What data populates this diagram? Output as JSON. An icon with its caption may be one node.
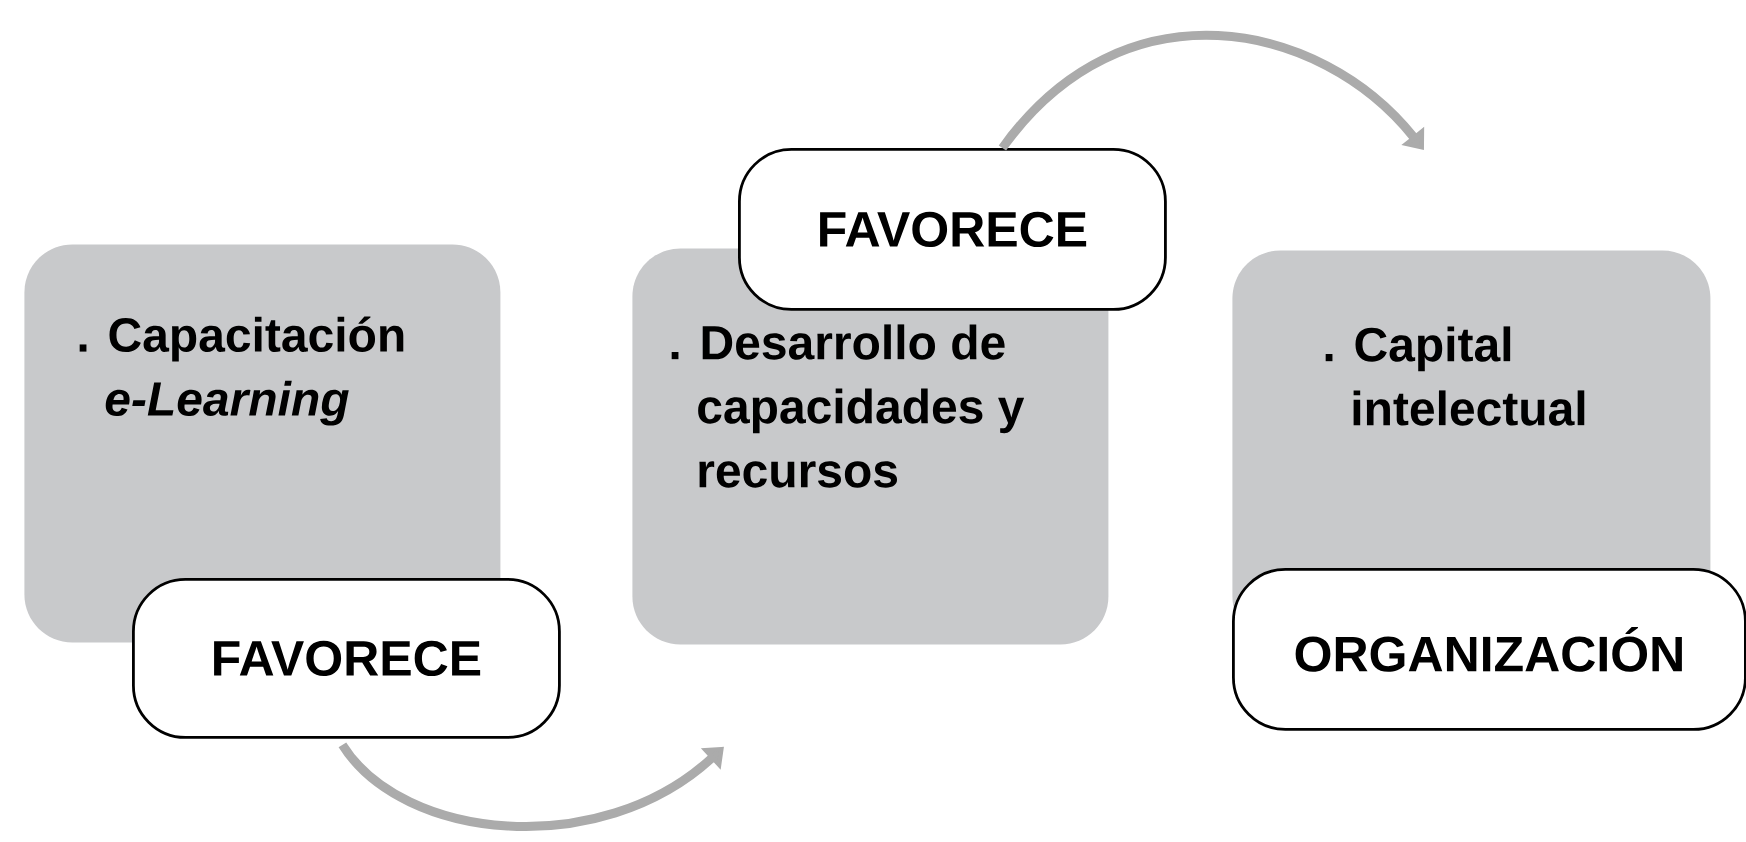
{
  "diagram": {
    "nodes": [
      {
        "text": [
          ". Capacitación *e-Learning*"
        ]
      },
      {
        "text": [
          "FAVORECE"
        ]
      },
      {
        "text": [
          ". Desarrollo de capacidades y recursos"
        ]
      },
      {
        "text": [
          "FAVORECE"
        ]
      },
      {
        "text": [
          ". Capital intelectual"
        ]
      },
      {
        "text": [
          "ORGANIZACIÓN"
        ]
      }
    ],
    "edges": [
      {
        "from": 1,
        "to": 2,
        "arrow": "to"
      },
      {
        "from": 3,
        "to": 4,
        "arrow": "to"
      }
    ]
  }
}
